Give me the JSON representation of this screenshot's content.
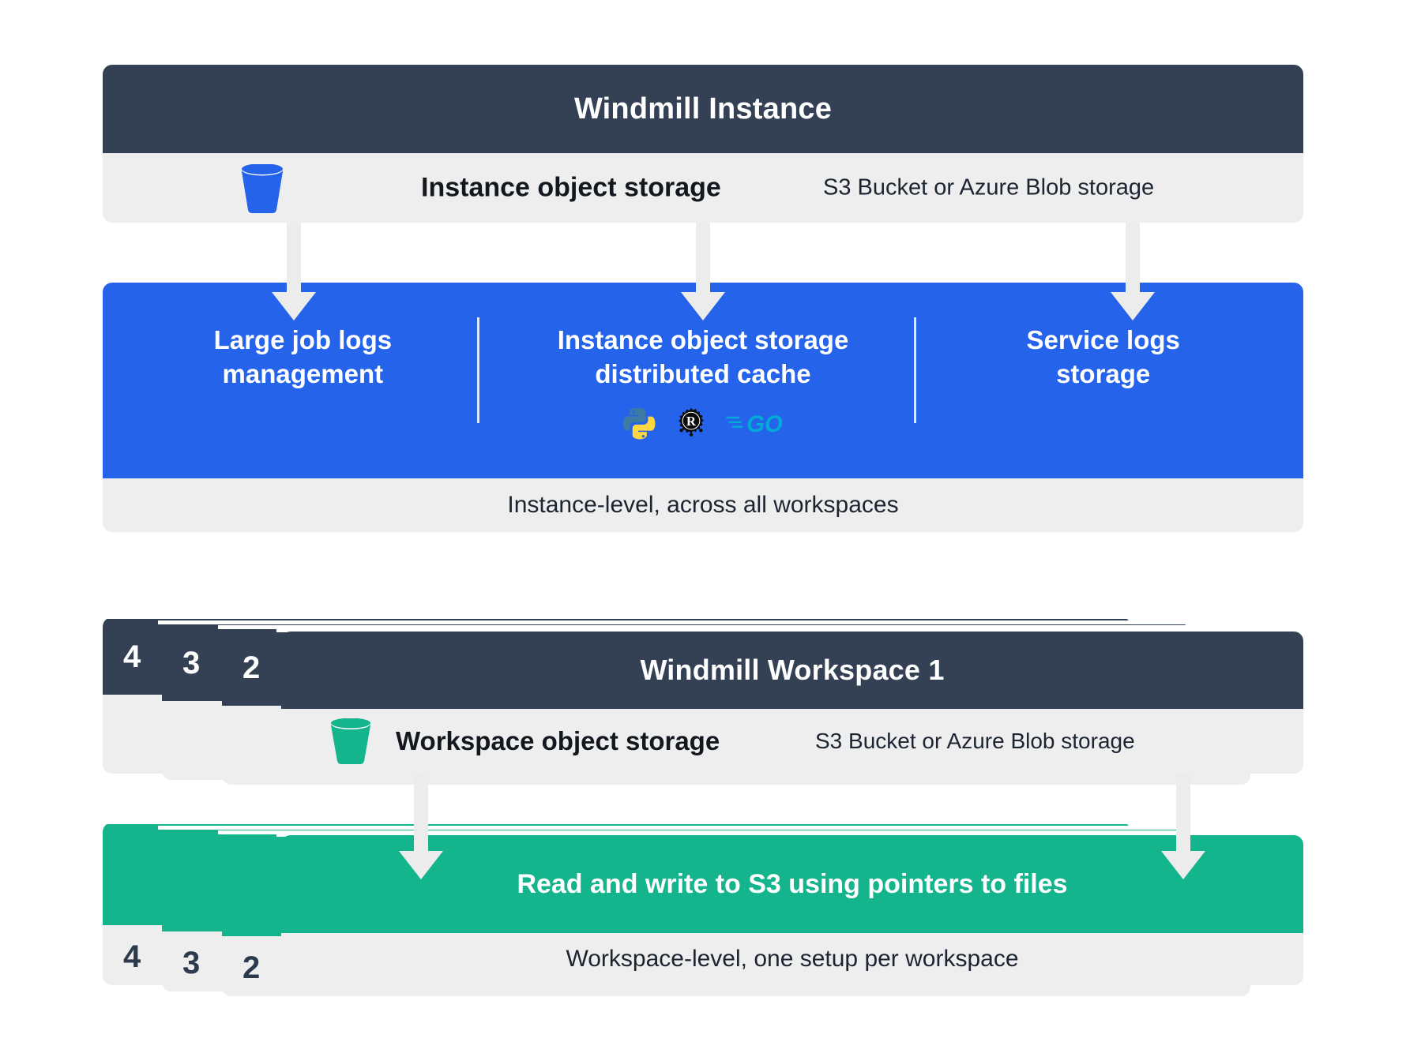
{
  "colors": {
    "dark": "#344155",
    "blue": "#2563eb",
    "green": "#14b48c",
    "grey_band": "#eeeeee",
    "arrow": "#ececec",
    "text_dark": "#1b2430"
  },
  "instance": {
    "title": "Windmill Instance",
    "storage": {
      "icon": "bucket-blue-icon",
      "label": "Instance object storage",
      "sublabel": "S3 Bucket or Azure Blob storage"
    },
    "columns": [
      {
        "title": "Large job logs\nmanagement",
        "languages": []
      },
      {
        "title": "Instance object storage\ndistributed cache",
        "languages": [
          "python-icon",
          "rust-icon",
          "go-icon"
        ]
      },
      {
        "title": "Service logs\nstorage",
        "languages": []
      }
    ],
    "footer": "Instance-level, across all workspaces"
  },
  "workspace": {
    "stack_numbers": [
      "4",
      "3",
      "2"
    ],
    "title": "Windmill Workspace 1",
    "storage": {
      "icon": "bucket-green-icon",
      "label": "Workspace object storage",
      "sublabel": "S3 Bucket or Azure Blob storage"
    },
    "action": "Read and write to S3 using pointers to files",
    "footer": "Workspace-level, one setup per workspace"
  }
}
